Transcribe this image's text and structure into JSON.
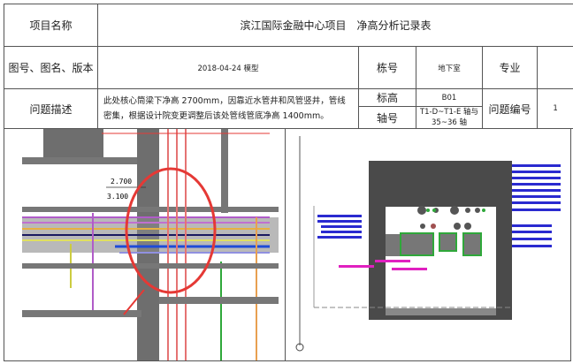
{
  "labels": {
    "project_name": "项目名称",
    "drawing": "图号、图名、版本",
    "building": "栋号",
    "discipline": "专业",
    "issue_desc": "问题描述",
    "elevation": "标高",
    "axis": "轴号",
    "issue_no": "问题编号"
  },
  "values": {
    "title": "滨江国际金融中心项目　净高分析记录表",
    "drawing": "2018-04-24 模型",
    "building": "地下室",
    "discipline": "",
    "description": "此处核心筒梁下净高 2700mm，因靠近水管井和风管竖井，管线密集，根据设计院变更调整后该处管线管底净高 1400mm。",
    "elevation": "B01",
    "axis": "T1-D~T1-E 轴与 35~36 轴",
    "issue_no": "1"
  },
  "figure_left": {
    "dim_upper": "2.700",
    "dim_lower": "3.100"
  },
  "colors": {
    "beam": "#6e6e6e",
    "highlight": "#e53935",
    "pipe_blue": "#1e4bd8",
    "pipe_purple": "#b05cc8",
    "duct_green": "#2fa83a",
    "label_blue": "#2a2ad0",
    "label_magenta": "#e020c0"
  }
}
